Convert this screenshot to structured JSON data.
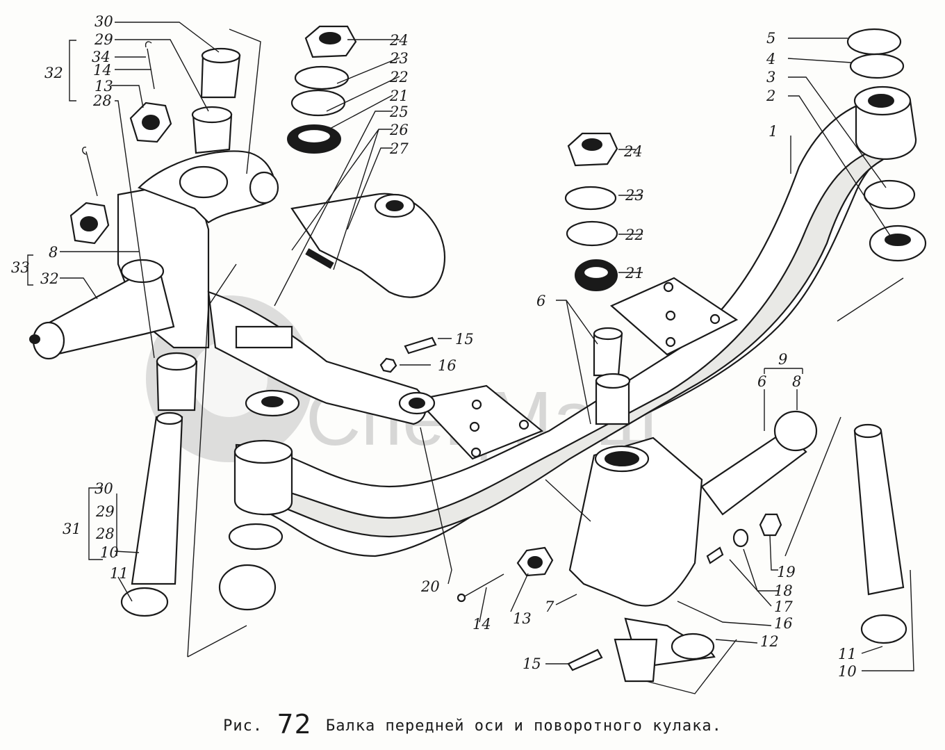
{
  "caption": {
    "prefix": "Рис.",
    "number": "72",
    "title": "Балка передней оси и поворотного кулака."
  },
  "watermark": {
    "text": "СпецМаш"
  },
  "callouts": [
    {
      "id": "c30a",
      "text": "30"
    },
    {
      "id": "c29a",
      "text": "29"
    },
    {
      "id": "c34",
      "text": "34"
    },
    {
      "id": "c14a",
      "text": "14"
    },
    {
      "id": "c13a",
      "text": "13"
    },
    {
      "id": "c28a",
      "text": "28"
    },
    {
      "id": "c32a",
      "text": "32"
    },
    {
      "id": "c33",
      "text": "33"
    },
    {
      "id": "c8a",
      "text": "8"
    },
    {
      "id": "c32b",
      "text": "32"
    },
    {
      "id": "c24a",
      "text": "24"
    },
    {
      "id": "c23a",
      "text": "23"
    },
    {
      "id": "c22a",
      "text": "22"
    },
    {
      "id": "c21a",
      "text": "21"
    },
    {
      "id": "c25",
      "text": "25"
    },
    {
      "id": "c26",
      "text": "26"
    },
    {
      "id": "c27",
      "text": "27"
    },
    {
      "id": "c5",
      "text": "5"
    },
    {
      "id": "c4",
      "text": "4"
    },
    {
      "id": "c3",
      "text": "3"
    },
    {
      "id": "c2",
      "text": "2"
    },
    {
      "id": "c1",
      "text": "1"
    },
    {
      "id": "c24b",
      "text": "24"
    },
    {
      "id": "c23b",
      "text": "23"
    },
    {
      "id": "c22b",
      "text": "22"
    },
    {
      "id": "c21b",
      "text": "21"
    },
    {
      "id": "c6a",
      "text": "6"
    },
    {
      "id": "c15a",
      "text": "15"
    },
    {
      "id": "c16a",
      "text": "16"
    },
    {
      "id": "c9",
      "text": "9"
    },
    {
      "id": "c6b",
      "text": "6"
    },
    {
      "id": "c8b",
      "text": "8"
    },
    {
      "id": "c30b",
      "text": "30"
    },
    {
      "id": "c29b",
      "text": "29"
    },
    {
      "id": "c31",
      "text": "31"
    },
    {
      "id": "c28b",
      "text": "28"
    },
    {
      "id": "c10a",
      "text": "10"
    },
    {
      "id": "c11a",
      "text": "11"
    },
    {
      "id": "c20",
      "text": "20"
    },
    {
      "id": "c14b",
      "text": "14"
    },
    {
      "id": "c13b",
      "text": "13"
    },
    {
      "id": "c7",
      "text": "7"
    },
    {
      "id": "c18",
      "text": "18"
    },
    {
      "id": "c19",
      "text": "19"
    },
    {
      "id": "c17",
      "text": "17"
    },
    {
      "id": "c16b",
      "text": "16"
    },
    {
      "id": "c12",
      "text": "12"
    },
    {
      "id": "c15b",
      "text": "15"
    },
    {
      "id": "c11b",
      "text": "11"
    },
    {
      "id": "c10b",
      "text": "10"
    }
  ]
}
